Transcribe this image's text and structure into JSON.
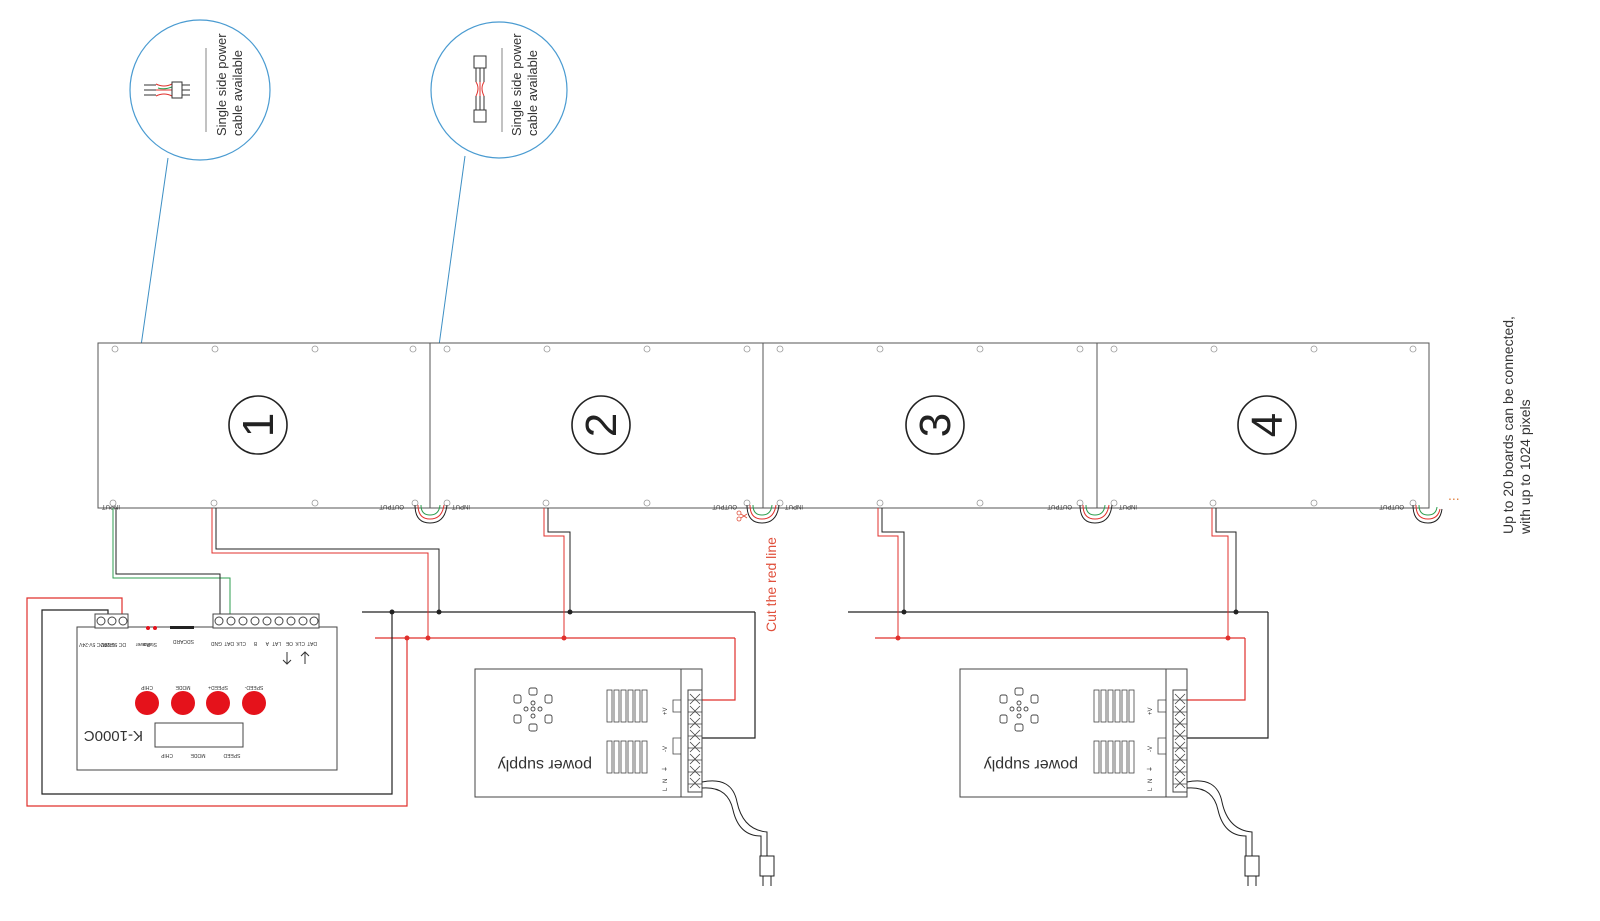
{
  "callouts": [
    {
      "line1": "Single side power",
      "line2": "cable available"
    },
    {
      "line1": "Single side power",
      "line2": "cable available"
    }
  ],
  "boards": [
    {
      "number": "1",
      "input": "INPUT",
      "output": "OUTPUT"
    },
    {
      "number": "2",
      "input": "INPUT",
      "output": "OUTPUT"
    },
    {
      "number": "3",
      "input": "INPUT",
      "output": "OUTPUT"
    },
    {
      "number": "4",
      "input": "INPUT",
      "output": "OUTPUT"
    }
  ],
  "cut_note": "Cut the red line",
  "side_note": {
    "line1": "Up to 20 boards can be connected,",
    "line2": "with up to 1024 pixels"
  },
  "continuation": "...",
  "controller": {
    "model": "K-1000C",
    "power_terms": [
      "DC 5V-24V",
      "GND",
      "DC 5V-24V"
    ],
    "power_label": "Power",
    "status_label": "Status",
    "sdcard_label": "SDCARD",
    "out_terms": [
      "GND",
      "DAT",
      "CLK",
      "B",
      "A",
      "LAT",
      "OE",
      "CLK",
      "DAT"
    ],
    "buttons": [
      "CHIP",
      "MODE",
      "SPEED+",
      "SPEED-"
    ],
    "display_labels": [
      "CHIP",
      "MODE",
      "SPEED"
    ]
  },
  "power_supplies": [
    {
      "label": "power supply",
      "vplus": "+V",
      "vminus": "-V",
      "ground": "⏚",
      "n": "N",
      "l": "L"
    },
    {
      "label": "power supply",
      "vplus": "+V",
      "vminus": "-V",
      "ground": "⏚",
      "n": "N",
      "l": "L"
    }
  ],
  "colors": {
    "red": "#e0302c",
    "green": "#2e9d4f",
    "blue": "#3d8fc4",
    "black": "#222222",
    "button": "#e5121b",
    "cut": "#e0503c"
  }
}
